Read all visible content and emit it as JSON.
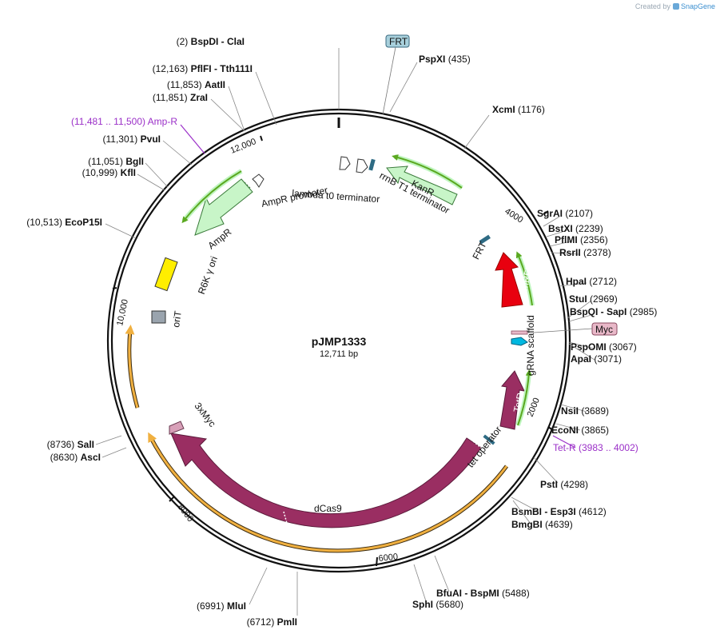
{
  "credit": {
    "prefix": "Created by",
    "brand": "SnapGene"
  },
  "plasmid": {
    "name": "pJMP1333",
    "length_label": "12,711 bp",
    "length": 12711
  },
  "colors": {
    "backbone": "#111111",
    "payload": "#9a2e62",
    "marker": "#b8f0b8",
    "origin": "#ffee00",
    "promoter": "#ffffff",
    "terminator": "#ffffff",
    "myc_tag": "#e8b8c8",
    "frt_tag": "#a8d0dc",
    "mrfp1": "#e8000f",
    "orf_stroke": "#f0b040",
    "arrow_stroke": "#5ba820",
    "site_purple": "#9b30c8",
    "tet_operator": "#2e6b84",
    "orit": "#9aa4ae",
    "gRNA": "#00b8e0"
  },
  "ticks": [
    "2000",
    "4000",
    "6000",
    "8000",
    "10,000",
    "12,000"
  ],
  "sites": [
    {
      "id": "bspdi-clai",
      "pos": "(2)",
      "name": "BspDI  - ClaI"
    },
    {
      "id": "pspxi",
      "pos": "(435)",
      "name": "PspXI"
    },
    {
      "id": "xcmi",
      "pos": "(1176)",
      "name": "XcmI"
    },
    {
      "id": "sgrai",
      "pos": "(2107)",
      "name": "SgrAI"
    },
    {
      "id": "bstxi",
      "pos": "(2239)",
      "name": "BstXI"
    },
    {
      "id": "pflmi",
      "pos": "(2356)",
      "name": "PflMI"
    },
    {
      "id": "rsrii",
      "pos": "(2378)",
      "name": "RsrII"
    },
    {
      "id": "hpai",
      "pos": "(2712)",
      "name": "HpaI"
    },
    {
      "id": "stui",
      "pos": "(2969)",
      "name": "StuI"
    },
    {
      "id": "bspqi-sapi",
      "pos": "(2985)",
      "name": "BspQI  - SapI"
    },
    {
      "id": "pspomi",
      "pos": "(3067)",
      "name": "PspOMI"
    },
    {
      "id": "apai",
      "pos": "(3071)",
      "name": "ApaI"
    },
    {
      "id": "nsii",
      "pos": "(3689)",
      "name": "NsiI"
    },
    {
      "id": "econi",
      "pos": "(3865)",
      "name": "EcoNI"
    },
    {
      "id": "tet-r",
      "pos": "(3983 .. 4002)",
      "name": "Tet-R"
    },
    {
      "id": "psti",
      "pos": "(4298)",
      "name": "PstI"
    },
    {
      "id": "bsmbi-esp3i",
      "pos": "(4612)",
      "name": "BsmBI  - Esp3I"
    },
    {
      "id": "bmgbi",
      "pos": "(4639)",
      "name": "BmgBI"
    },
    {
      "id": "bfuai-bspmi",
      "pos": "(5488)",
      "name": "BfuAI  - BspMI"
    },
    {
      "id": "sphi",
      "pos": "(5680)",
      "name": "SphI"
    },
    {
      "id": "pmli",
      "pos": "(6712)",
      "name": "PmlI"
    },
    {
      "id": "mlui",
      "pos": "(6991)",
      "name": "MluI"
    },
    {
      "id": "asci",
      "pos": "(8630)",
      "name": "AscI"
    },
    {
      "id": "sali",
      "pos": "(8736)",
      "name": "SalI"
    },
    {
      "id": "ecop15i",
      "pos": "(10,513)",
      "name": "EcoP15I"
    },
    {
      "id": "kfli",
      "pos": "(10,999)",
      "name": "KflI"
    },
    {
      "id": "bgli",
      "pos": "(11,051)",
      "name": "BglI"
    },
    {
      "id": "pvui",
      "pos": "(11,301)",
      "name": "PvuI"
    },
    {
      "id": "amp-r",
      "pos": "(11,481 .. 11,500)",
      "name": "Amp-R"
    },
    {
      "id": "zrai",
      "pos": "(11,851)",
      "name": "ZraI"
    },
    {
      "id": "aatii",
      "pos": "(11,853)",
      "name": "AatII"
    },
    {
      "id": "pflfi-tth111i",
      "pos": "(12,163)",
      "name": "PflFI  - Tth111I"
    }
  ],
  "features": {
    "frt_top": "FRT",
    "kanr": "KanR",
    "rrnb": "rrnB T1 terminator",
    "lambda": "lambda t0 terminator",
    "ampr_promoter": "AmpR promoter",
    "ampr": "AmpR",
    "r6k": "R6K γ ori",
    "orit": "oriT",
    "frt_right": "FRT",
    "mrfp1": "mRFP1",
    "myc": "Myc",
    "grna": "gRNA scaffold",
    "tetr": "TetR",
    "tet_operator": "tet operator",
    "dcas9": "dCas9",
    "three_x_myc": "3xMyc"
  }
}
